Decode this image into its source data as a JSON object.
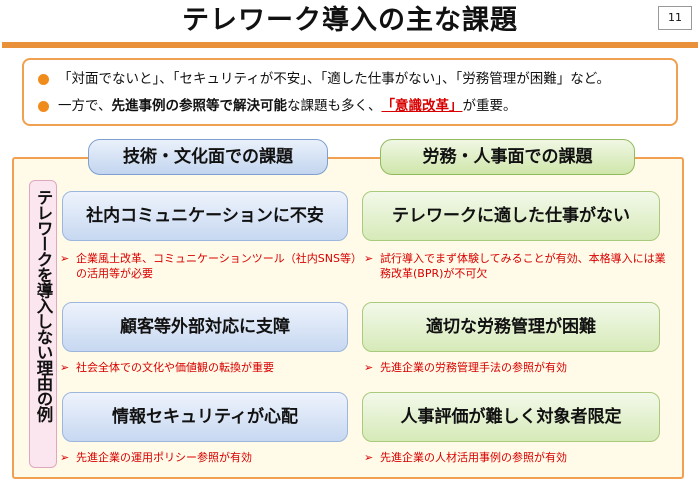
{
  "page": {
    "title": "テレワーク導入の主な課題",
    "page_number": "11"
  },
  "summary": {
    "line1": "「対面でないと」、「セキュリティが不安」、「適した仕事がない」、「労務管理が困難」など。",
    "line2_part1": "一方で、",
    "line2_bold": "先進事例の参照等で解決可能",
    "line2_part2": "な課題も多く、",
    "line2_highlight": "「意識改革」",
    "line2_part3": "が重要。"
  },
  "colors": {
    "accent_orange": "#f08c1c",
    "alert_red": "#d80000",
    "tech_blue": "#c7d8f1",
    "labor_green": "#d6eab8",
    "side_label_pink": "#fbe6ef"
  },
  "side_label": "テレワークを導入しない理由の例",
  "columns": {
    "tech": "技術・文化面での課題",
    "labor": "労務・人事面での課題"
  },
  "issues": [
    {
      "title": "社内コミュニケーションに不安",
      "note_arrow": "➢",
      "note": "企業風土改革、コミュニケーションツール（社内SNS等）の活用等が必要"
    },
    {
      "title": "テレワークに適した仕事がない",
      "note_arrow": "➢",
      "note": "試行導入でまず体験してみることが有効、本格導入には業務改革(BPR)が不可欠"
    },
    {
      "title": "顧客等外部対応に支障",
      "note_arrow": "➢",
      "note": "社会全体での文化や価値観の転換が重要"
    },
    {
      "title": "適切な労務管理が困難",
      "note_arrow": "➢",
      "note": "先進企業の労務管理手法の参照が有効"
    },
    {
      "title": "情報セキュリティが心配",
      "note_arrow": "➢",
      "note": "先進企業の運用ポリシー参照が有効"
    },
    {
      "title": "人事評価が難しく対象者限定",
      "note_arrow": "➢",
      "note": "先進企業の人材活用事例の参照が有効"
    }
  ]
}
